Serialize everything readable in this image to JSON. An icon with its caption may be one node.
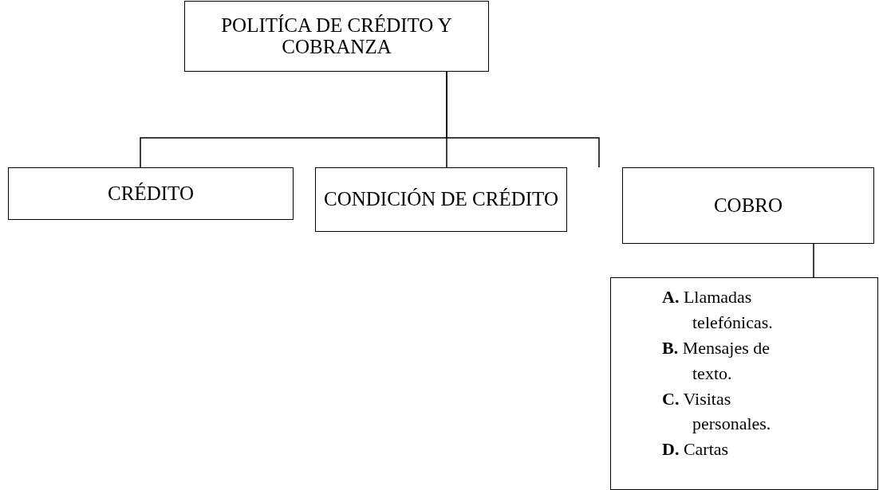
{
  "diagram": {
    "nodes": [
      {
        "text": [
          "POLITÍCA DE CRÉDITO Y COBRANZA"
        ]
      },
      {
        "text": [
          "CRÉDITO"
        ]
      },
      {
        "text": [
          "CONDICIÓN DE CRÉDITO"
        ]
      },
      {
        "text": [
          "COBRO"
        ]
      },
      {
        "text": [
          "**A.** Llamadas telefónicas.",
          "**B.** Mensajes de texto.",
          "**C.** Visitas personales.",
          "**D.** Cartas"
        ]
      }
    ],
    "edges": [
      {
        "from": 0,
        "to": 1,
        "arrow": "none"
      },
      {
        "from": 0,
        "to": 2,
        "arrow": "none"
      },
      {
        "from": 0,
        "to": 3,
        "arrow": "none"
      },
      {
        "from": 3,
        "to": 4,
        "arrow": "none"
      }
    ]
  }
}
